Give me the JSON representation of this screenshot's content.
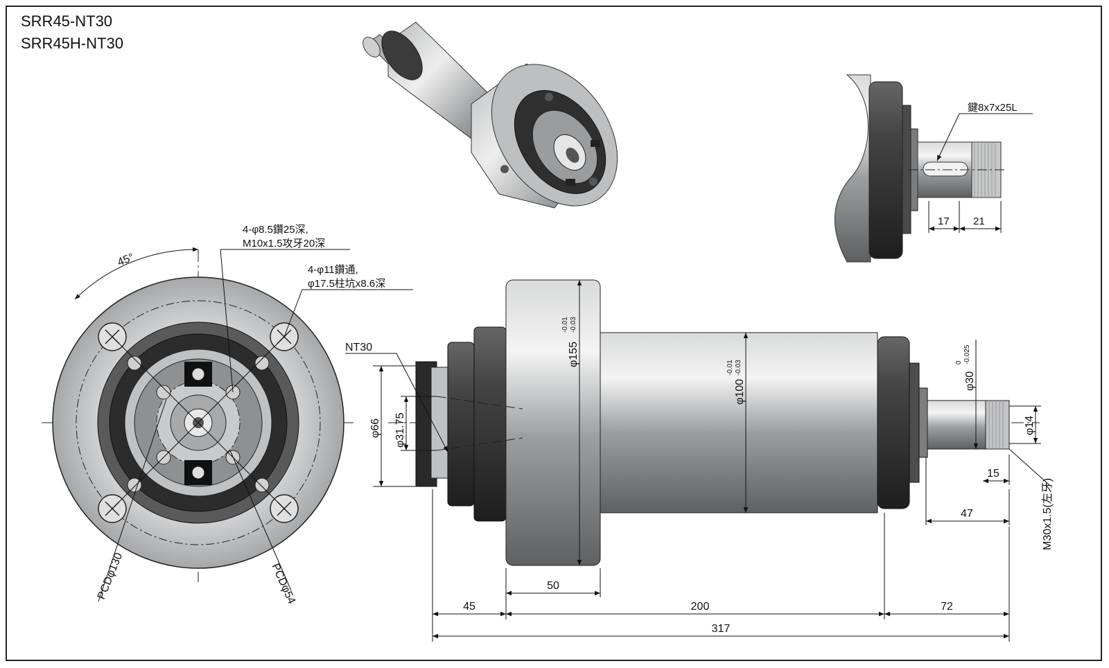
{
  "titles": {
    "model_1": "SRR45-NT30",
    "model_2": "SRR45H-NT30"
  },
  "front_view": {
    "angle_label": "45°",
    "hole_note_1_line1": "4-φ8.5鑽25深,",
    "hole_note_1_line2": "M10x1.5攻牙20深",
    "hole_note_2_line1": "4-φ11鑽通,",
    "hole_note_2_line2": "φ17.5柱坑x8.6深",
    "pcd_outer": "PCDφ130",
    "pcd_inner": "PCDφ54"
  },
  "side_view": {
    "nose_label": "NT30",
    "d66": "φ66",
    "d3175": "φ31.75",
    "d155": "φ155",
    "d155_tol_upper": "-0.01",
    "d155_tol_lower": "-0.03",
    "d100": "φ100",
    "d100_tol_upper": "-0.01",
    "d100_tol_lower": "-0.03",
    "d30": "φ30",
    "d30_tol_upper": "0",
    "d30_tol_lower": "-0.025",
    "d14": "φ14",
    "len_15": "15",
    "len_47": "47",
    "thread": "M30x1.5(左牙)",
    "len_50": "50",
    "len_45": "45",
    "len_200": "200",
    "len_72": "72",
    "len_317": "317"
  },
  "key_view": {
    "key_label": "鍵8x7x25L",
    "len_17": "17",
    "len_21": "21"
  },
  "colors": {
    "line": "#111111",
    "metal_dark": "#3a3a3a",
    "metal_mid": "#8a8c8e",
    "metal_light": "#e2e3e4"
  }
}
